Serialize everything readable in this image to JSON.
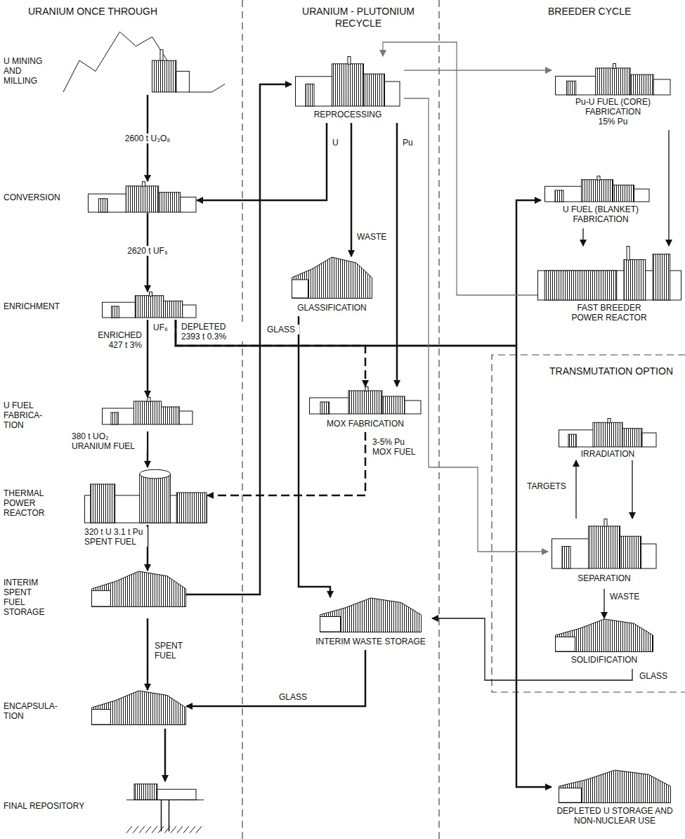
{
  "diagram": {
    "nodes": [
      {
        "text": [
          "U MINING AND MILLING"
        ]
      },
      {
        "text": [
          "CONVERSION"
        ]
      },
      {
        "text": [
          "ENRICHMENT"
        ]
      },
      {
        "text": [
          "U FUEL FABRICA- TION"
        ]
      },
      {
        "text": [
          "THERMAL POWER REACTOR"
        ]
      },
      {
        "text": [
          "INTERIM SPENT FUEL STORAGE"
        ]
      },
      {
        "text": [
          "ENCAPSULA- TION"
        ]
      },
      {
        "text": [
          "FINAL REPOSITORY"
        ]
      },
      {
        "text": [
          "REPROCESSING"
        ]
      },
      {
        "text": [
          "GLASSIFICATION"
        ]
      },
      {
        "text": [
          "MOX FABRICATION"
        ]
      },
      {
        "text": [
          "INTERIM WASTE STORAGE"
        ]
      },
      {
        "text": [
          "Pu-U FUEL (CORE) FABRICATION",
          "15% Pu"
        ]
      },
      {
        "text": [
          "U FUEL (BLANKET) FABRICATION"
        ]
      },
      {
        "text": [
          "FAST BREEDER POWER REACTOR"
        ]
      },
      {
        "text": [
          "IRRADIATION"
        ]
      },
      {
        "text": [
          "SEPARATION"
        ]
      },
      {
        "text": [
          "SOLIDIFICATION"
        ]
      },
      {
        "text": [
          "DEPLETED U STORAGE AND NON-NUCLEAR USE"
        ]
      }
    ],
    "edges": [
      {
        "from": 0,
        "to": 1,
        "arrow": "to",
        "label": "2600 t U₃O₈"
      },
      {
        "from": 1,
        "to": 2,
        "arrow": "to",
        "label": "2620 t UF₆"
      },
      {
        "from": 2,
        "to": 3,
        "arrow": "to",
        "label": "ENRICHED 427 t 3%"
      },
      {
        "from": 2,
        "to": 10,
        "arrow": "to",
        "label": "DEPLETED 2393 t 0.3%"
      },
      {
        "from": 2,
        "to": 13,
        "arrow": "to"
      },
      {
        "from": 2,
        "to": 18,
        "arrow": "to"
      },
      {
        "from": 3,
        "to": 4,
        "arrow": "to",
        "label": "380 t UO₂ URANIUM FUEL"
      },
      {
        "from": 4,
        "to": 5,
        "arrow": "to",
        "label": "320 t U 3.1 t Pu SPENT FUEL"
      },
      {
        "from": 5,
        "to": 6,
        "arrow": "to",
        "label": "SPENT FUEL"
      },
      {
        "from": 6,
        "to": 7,
        "arrow": "to"
      },
      {
        "from": 5,
        "to": 8,
        "arrow": "to"
      },
      {
        "from": 8,
        "to": 1,
        "arrow": "to",
        "label": "U"
      },
      {
        "from": 8,
        "to": 9,
        "arrow": "to",
        "label": "WASTE"
      },
      {
        "from": 8,
        "to": 10,
        "arrow": "to",
        "label": "Pu"
      },
      {
        "from": 8,
        "to": 12,
        "arrow": "to"
      },
      {
        "from": 8,
        "to": 16,
        "arrow": "to"
      },
      {
        "from": 14,
        "to": 8,
        "arrow": "to"
      },
      {
        "from": 12,
        "to": 14,
        "arrow": "to"
      },
      {
        "from": 13,
        "to": 14,
        "arrow": "to"
      },
      {
        "from": 9,
        "to": 11,
        "arrow": "to",
        "label": "GLASS"
      },
      {
        "from": 11,
        "to": 6,
        "arrow": "to",
        "label": "GLASS"
      },
      {
        "from": 10,
        "to": 4,
        "arrow": "to",
        "label": "3-5% Pu MOX FUEL"
      },
      {
        "from": 15,
        "to": 16,
        "arrow": "to"
      },
      {
        "from": 16,
        "to": 15,
        "arrow": "to",
        "label": "TARGETS"
      },
      {
        "from": 16,
        "to": 17,
        "arrow": "to",
        "label": "WASTE"
      },
      {
        "from": 17,
        "to": 11,
        "arrow": "to",
        "label": "GLASS"
      }
    ],
    "labels": [
      "URANIUM ONCE THROUGH",
      "URANIUM - PLUTONIUM RECYCLE",
      "BREEDER CYCLE",
      "UF₆",
      "TRANSMUTATION OPTION"
    ]
  }
}
